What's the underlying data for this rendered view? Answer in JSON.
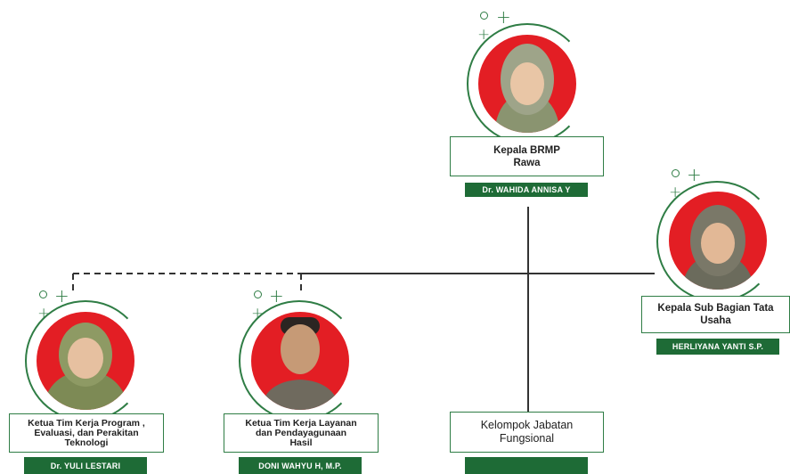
{
  "colors": {
    "brand_green": "#1e6b36",
    "accent_red": "#e31e24",
    "line": "#333333"
  },
  "nodes": {
    "head": {
      "title": "Kepala BRMP Rawa",
      "name": "Dr. WAHIDA ANNISA Y"
    },
    "admin": {
      "title": "Kepala Sub Bagian Tata Usaha",
      "name": "HERLIYANA YANTI S.P."
    },
    "program": {
      "title": "Ketua Tim Kerja Program , Evaluasi, dan Perakitan Teknologi",
      "name": "Dr. YULI LESTARI"
    },
    "service": {
      "title": "Ketua Tim Kerja Layanan dan Pendayagunaan Hasil",
      "name": "DONI WAHYU H, M.P."
    },
    "functional": {
      "title": "Kelompok Jabatan Fungsional",
      "name": ""
    }
  }
}
